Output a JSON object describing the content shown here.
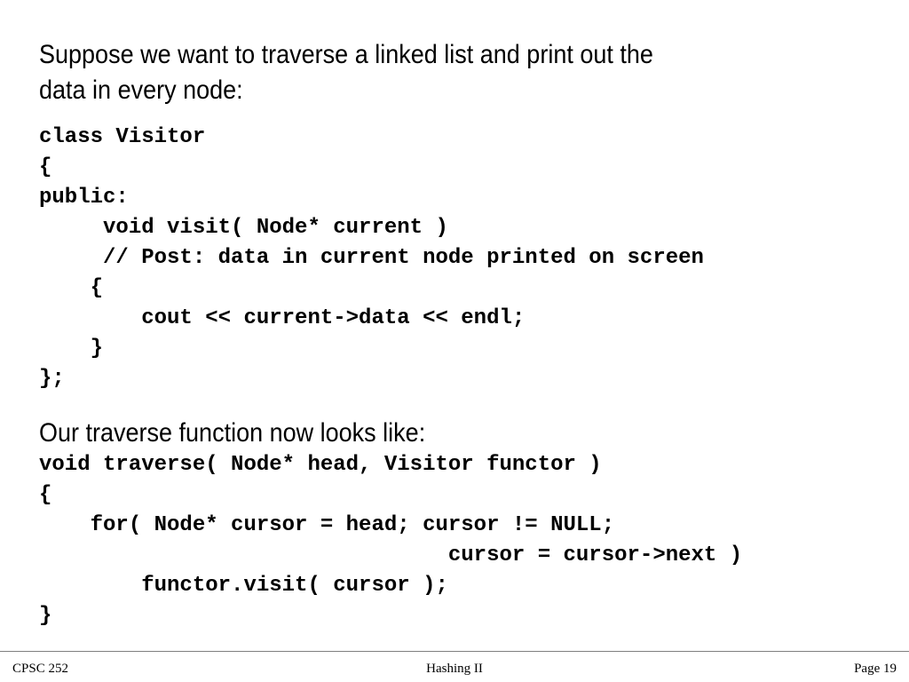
{
  "intro_lines": [
    "Suppose we want to traverse a linked list and print out the",
    "data in every node:"
  ],
  "visitor_code": [
    "class Visitor",
    "{",
    "public:",
    "     void visit( Node* current )",
    "     // Post: data in current node printed on screen",
    "    {",
    "        cout << current->data << endl;",
    "    }",
    "};"
  ],
  "traverse_intro": "Our traverse function now looks like:",
  "traverse_code": [
    "void traverse( Node* head, Visitor functor )",
    "{",
    "    for( Node* cursor = head; cursor != NULL;",
    "                                cursor = cursor->next )",
    "        functor.visit( cursor );",
    "}"
  ],
  "footer": {
    "left": "CPSC 252",
    "center": "Hashing II",
    "right": "Page 19"
  }
}
